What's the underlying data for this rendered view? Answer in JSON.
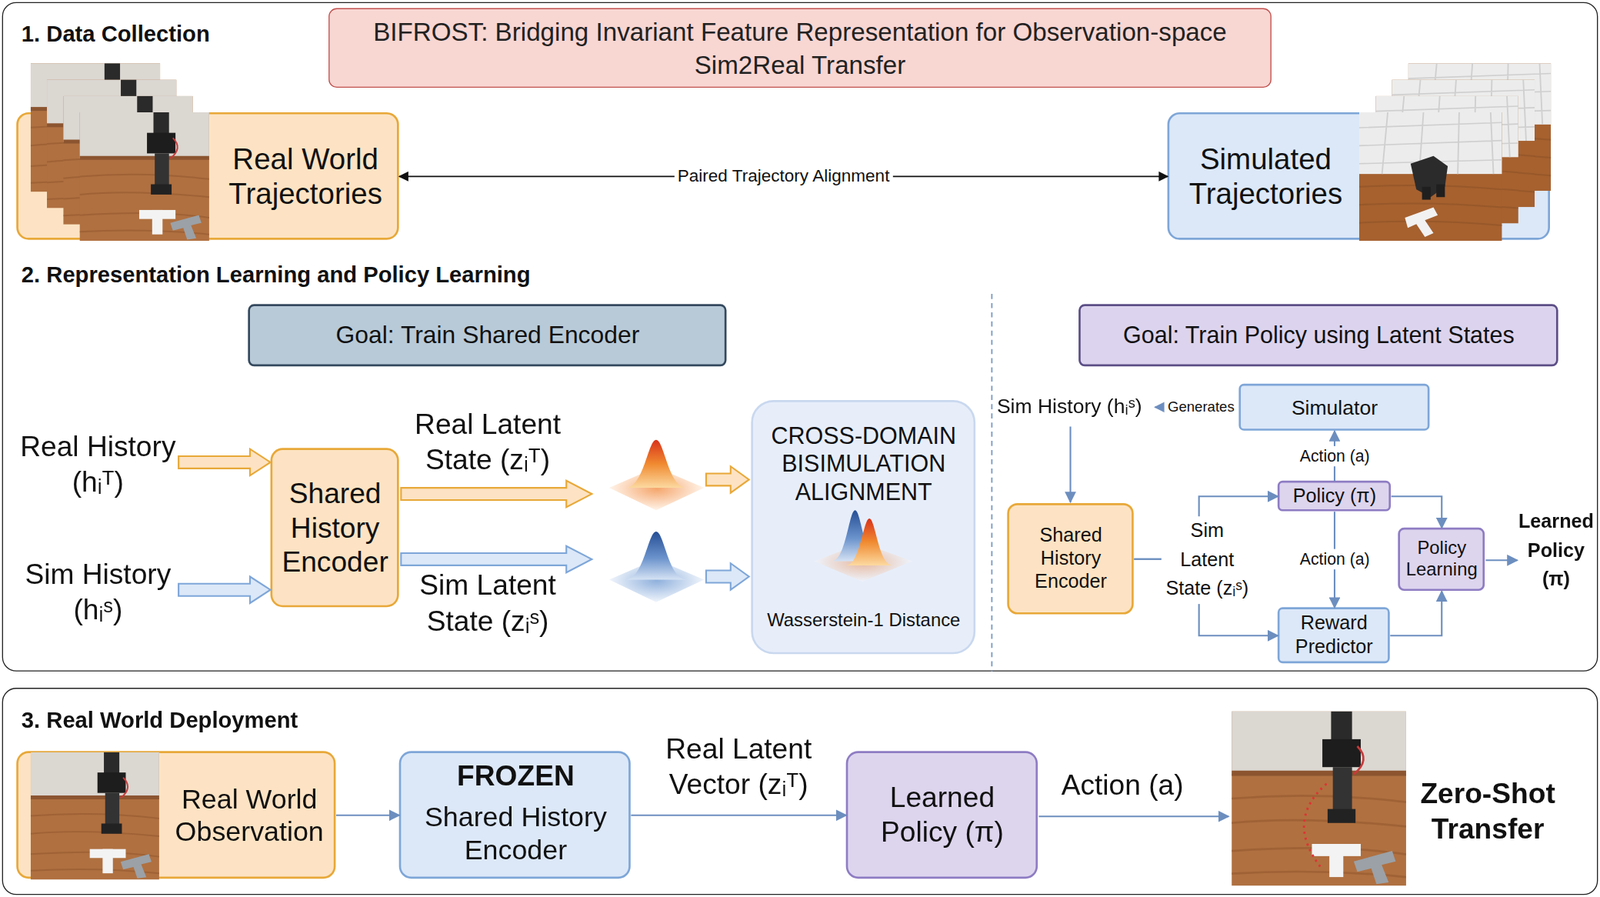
{
  "diagram": {
    "title": "BIFROST: Bridging Invariant Feature Representation for Observation-space Sim2Real Transfer",
    "nodes": [
      {
        "text": [
          "1. Data Collection",
          "2. Representation Learning and Policy Learning"
        ]
      },
      {
        "text": [
          "Real World Trajectories"
        ],
        "in": 0
      },
      {
        "text": [
          "Simulated Trajectories"
        ],
        "in": 0
      },
      {
        "text": [
          "Goal: Train Shared Encoder"
        ],
        "in": 0
      },
      {
        "text": [
          "Goal: Train Policy using Latent States"
        ],
        "in": 0
      },
      {
        "text": [
          "Shared History Encoder"
        ],
        "in": 0
      },
      {
        "text": [
          "CROSS-DOMAIN BISIMULATION ALIGNMENT",
          "Wasserstein-1 Distance"
        ],
        "in": 0
      },
      {
        "text": [
          "Simulator"
        ],
        "in": 0
      },
      {
        "text": [
          "Shared History Encoder"
        ],
        "in": 0
      },
      {
        "text": [
          "Policy (π)"
        ],
        "in": 0
      },
      {
        "text": [
          "Reward Predictor"
        ],
        "in": 0
      },
      {
        "text": [
          "Policy Learning"
        ],
        "in": 0
      },
      {
        "text": [
          "3. Real World Deployment"
        ]
      },
      {
        "text": [
          "Real World Observation"
        ],
        "in": 12
      },
      {
        "text": [
          "FROZEN",
          "Shared History Encoder"
        ],
        "in": 12
      },
      {
        "text": [
          "Learned Policy (π)"
        ],
        "in": 12
      }
    ],
    "edges": [
      {
        "from": 1,
        "to": 2,
        "label": "Paired Trajectory Alignment",
        "arrow": "both"
      },
      {
        "from": 8,
        "to": 9,
        "arrow": "to"
      },
      {
        "from": 8,
        "to": 10,
        "arrow": "to"
      },
      {
        "from": 9,
        "to": 7,
        "label": "Action (a)",
        "arrow": "to"
      },
      {
        "from": 9,
        "to": 10,
        "label": "Action (a)",
        "arrow": "to"
      },
      {
        "from": 9,
        "to": 11,
        "arrow": "to"
      },
      {
        "from": 10,
        "to": 11,
        "arrow": "to"
      },
      {
        "from": 13,
        "to": 14,
        "arrow": "to"
      },
      {
        "from": 14,
        "to": 15,
        "label": "Real Latent Vector (zᵢᵀ)",
        "arrow": "to"
      }
    ],
    "labels": [
      "Real History (hᵢᵀ)",
      "Sim History (hᵢˢ)",
      "Real Latent State (zᵢᵀ)",
      "Sim Latent State (zᵢˢ)",
      "Sim History (hᵢˢ)",
      "Generates",
      "Sim Latent State (zᵢˢ)",
      "Learned Policy (π)",
      "Action (a)",
      "Zero-Shot Transfer"
    ]
  }
}
